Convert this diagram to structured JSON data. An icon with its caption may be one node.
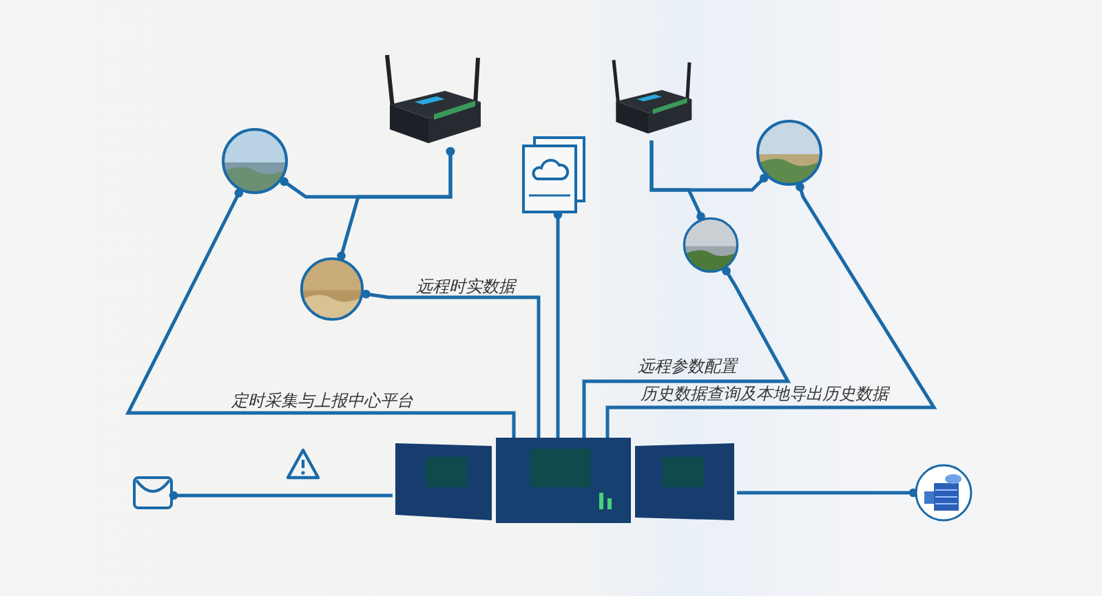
{
  "diagram": {
    "nodes": [
      {
        "text": [],
        "shape": "picture"
      },
      {
        "text": [],
        "shape": "picture"
      },
      {
        "text": [],
        "shape": "picture"
      },
      {
        "text": [],
        "shape": "picture"
      },
      {
        "text": [],
        "shape": "picture"
      },
      {
        "text": [],
        "shape": "picture"
      },
      {
        "text": [],
        "shape": "picture"
      },
      {
        "text": [],
        "shape": "picture"
      },
      {
        "text": [],
        "shape": "picture"
      },
      {
        "text": [],
        "shape": "picture"
      }
    ],
    "edges": [
      {
        "from": 3,
        "to": 0,
        "arrow": "other"
      },
      {
        "from": 4,
        "to": 0,
        "arrow": "other"
      },
      {
        "from": 3,
        "to": 7,
        "arrow": "other",
        "label": "定时采集与上报中心平台"
      },
      {
        "from": 4,
        "to": 7,
        "arrow": "other",
        "label": "远程时实数据"
      },
      {
        "from": 2,
        "to": 7,
        "arrow": "other"
      },
      {
        "from": 5,
        "to": 1,
        "arrow": "other"
      },
      {
        "from": 6,
        "to": 1,
        "arrow": "other"
      },
      {
        "from": 6,
        "to": 7,
        "arrow": "other",
        "label": "远程参数配置"
      },
      {
        "from": 5,
        "to": 7,
        "arrow": "other",
        "label": "历史数据查询及本地导出历史数据"
      },
      {
        "from": 8,
        "to": 7,
        "arrow": "other"
      },
      {
        "from": 9,
        "to": 7,
        "arrow": "other"
      }
    ]
  }
}
